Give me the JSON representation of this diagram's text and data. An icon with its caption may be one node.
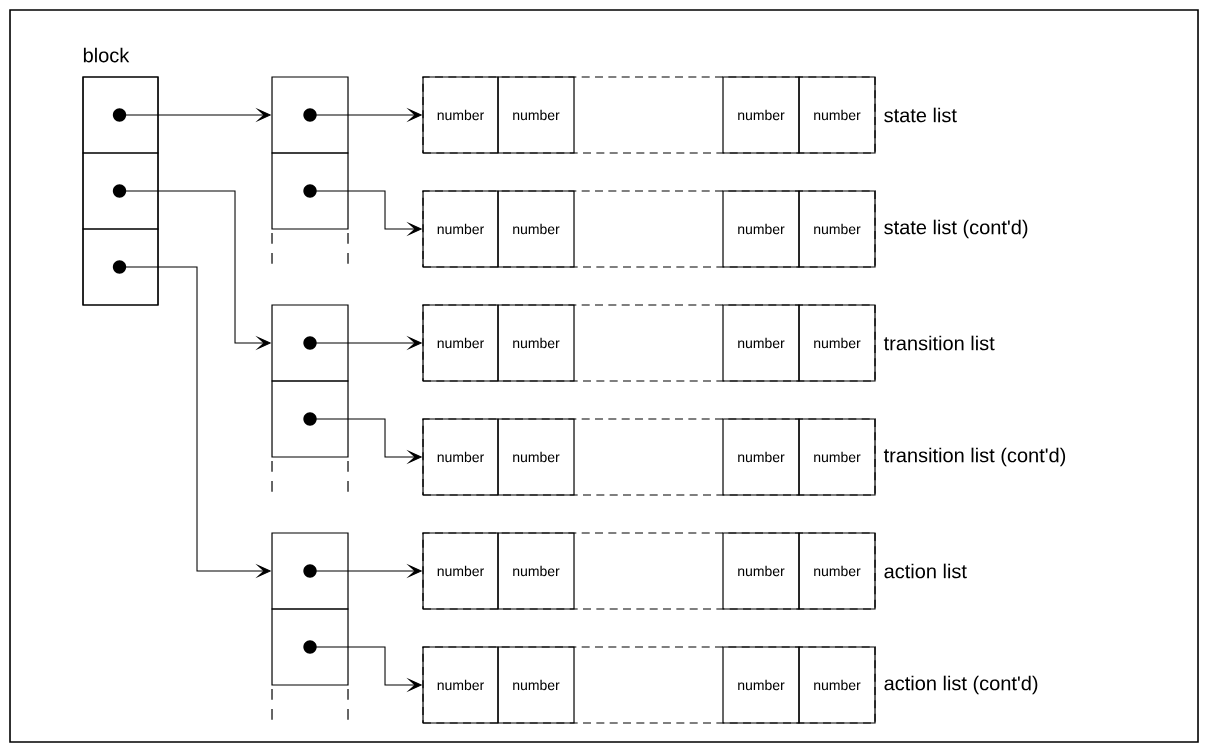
{
  "diagram": {
    "nodes": [
      {
        "text": [
          "block"
        ]
      },
      {
        "text": [],
        "shape": "box",
        "in": 0
      },
      {
        "text": [],
        "shape": "box",
        "in": 0
      },
      {
        "text": [],
        "shape": "box",
        "in": 0
      },
      {
        "text": [],
        "shape": "box"
      },
      {
        "text": [],
        "shape": "box"
      },
      {
        "text": [],
        "shape": "box",
        "beside": [
          "state list"
        ]
      },
      {
        "text": [
          "number"
        ],
        "in": 6
      },
      {
        "text": [
          "number"
        ],
        "in": 6
      },
      {
        "text": [
          "number"
        ],
        "in": 6
      },
      {
        "text": [
          "number"
        ],
        "in": 6
      },
      {
        "text": [],
        "shape": "box",
        "beside": [
          "state list (cont'd)"
        ]
      },
      {
        "text": [
          "number"
        ],
        "in": 11
      },
      {
        "text": [
          "number"
        ],
        "in": 11
      },
      {
        "text": [
          "number"
        ],
        "in": 11
      },
      {
        "text": [
          "number"
        ],
        "in": 11
      },
      {
        "text": [],
        "shape": "box"
      },
      {
        "text": [],
        "shape": "box"
      },
      {
        "text": [],
        "shape": "box",
        "beside": [
          "transition list"
        ]
      },
      {
        "text": [
          "number"
        ],
        "in": 18
      },
      {
        "text": [
          "number"
        ],
        "in": 18
      },
      {
        "text": [
          "number"
        ],
        "in": 18
      },
      {
        "text": [
          "number"
        ],
        "in": 18
      },
      {
        "text": [],
        "shape": "box",
        "beside": [
          "transition list (cont'd)"
        ]
      },
      {
        "text": [
          "number"
        ],
        "in": 23
      },
      {
        "text": [
          "number"
        ],
        "in": 23
      },
      {
        "text": [
          "number"
        ],
        "in": 23
      },
      {
        "text": [
          "number"
        ],
        "in": 23
      },
      {
        "text": [],
        "shape": "box"
      },
      {
        "text": [],
        "shape": "box"
      },
      {
        "text": [],
        "shape": "box",
        "beside": [
          "action list"
        ]
      },
      {
        "text": [
          "number"
        ],
        "in": 30
      },
      {
        "text": [
          "number"
        ],
        "in": 30
      },
      {
        "text": [
          "number"
        ],
        "in": 30
      },
      {
        "text": [
          "number"
        ],
        "in": 30
      },
      {
        "text": [],
        "shape": "box",
        "beside": [
          "action list (cont'd)"
        ]
      },
      {
        "text": [
          "number"
        ],
        "in": 35
      },
      {
        "text": [
          "number"
        ],
        "in": 35
      },
      {
        "text": [
          "number"
        ],
        "in": 35
      },
      {
        "text": [
          "number"
        ],
        "in": 35
      }
    ],
    "edges": [
      {
        "from": 1,
        "to": 4,
        "arrow": "to"
      },
      {
        "from": 2,
        "to": 16,
        "arrow": "to"
      },
      {
        "from": 3,
        "to": 28,
        "arrow": "to"
      },
      {
        "from": 4,
        "to": 7,
        "arrow": "to"
      },
      {
        "from": 5,
        "to": 12,
        "arrow": "to"
      },
      {
        "from": 16,
        "to": 19,
        "arrow": "to"
      },
      {
        "from": 17,
        "to": 24,
        "arrow": "to"
      },
      {
        "from": 28,
        "to": 31,
        "arrow": "to"
      },
      {
        "from": 29,
        "to": 36,
        "arrow": "to"
      }
    ]
  }
}
